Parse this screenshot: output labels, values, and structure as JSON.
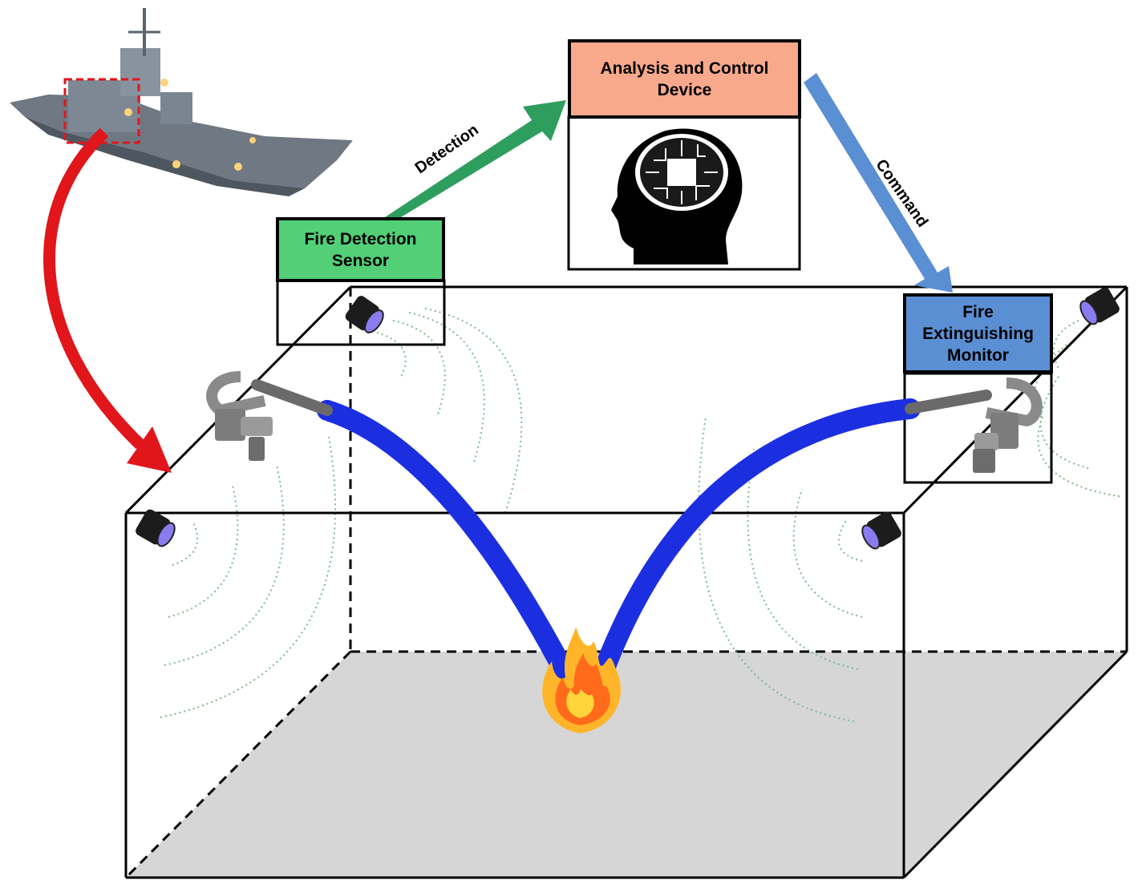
{
  "nodes": {
    "analysis": {
      "line1": "Analysis and Control",
      "line2": "Device"
    },
    "sensor": {
      "line1": "Fire Detection",
      "line2": "Sensor"
    },
    "monitor": {
      "line1": "Fire",
      "line2": "Extinguishing",
      "line3": "Monitor"
    }
  },
  "arrows": {
    "detection": "Detection",
    "command": "Command"
  },
  "colors": {
    "analysis_box": "#f9a98b",
    "sensor_box": "#53cf77",
    "monitor_box": "#5b8fd4",
    "detection_arrow": "#2e9e5e",
    "command_arrow": "#5b8fd4",
    "location_arrow": "#e0161b",
    "water_stream": "#1c2fe0",
    "floor": "#d6d6d6",
    "sensor_waves": "#7cba8c"
  },
  "icons": [
    "warship-image",
    "brain-circuit-icon",
    "fire-detector-camera-icon",
    "fire-monitor-nozzle-icon",
    "fire-flame-icon"
  ]
}
